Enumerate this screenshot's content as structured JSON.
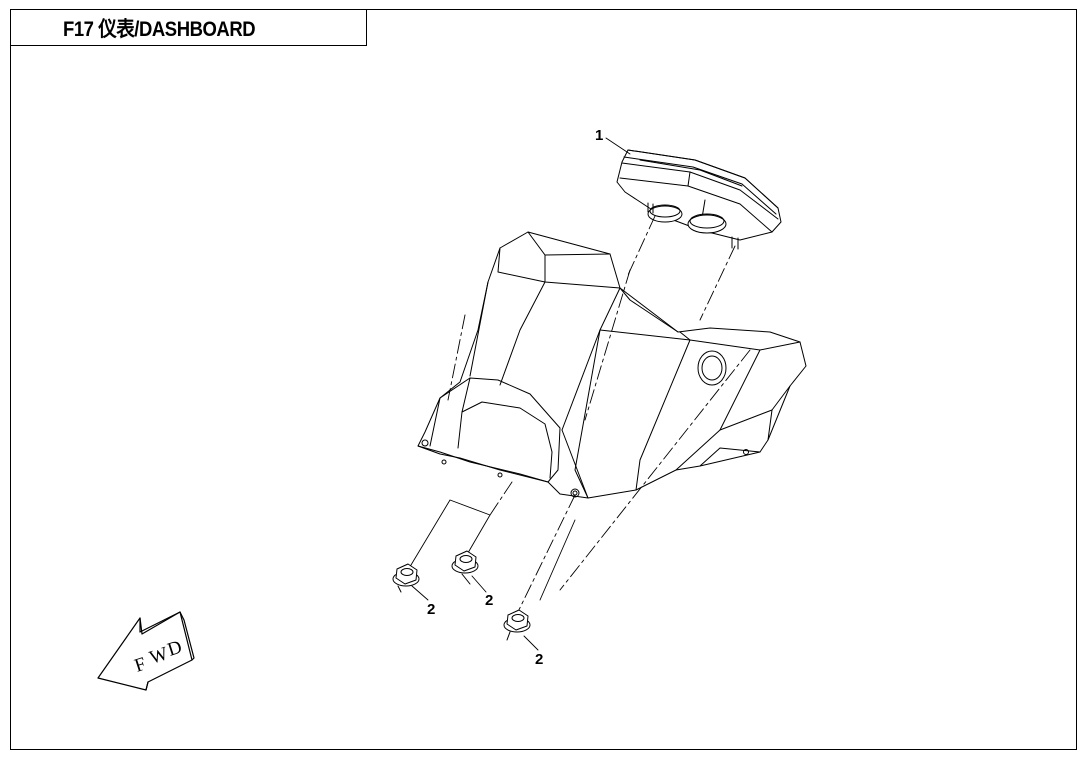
{
  "header": {
    "title": "F17 仪表/DASHBOARD"
  },
  "callouts": [
    {
      "id": "meter",
      "label": "1"
    },
    {
      "id": "nut-a",
      "label": "2"
    },
    {
      "id": "nut-b",
      "label": "2"
    },
    {
      "id": "nut-c",
      "label": "2"
    }
  ],
  "fwd_arrow": {
    "label": "FWD",
    "letters": [
      "F",
      "W",
      "D"
    ]
  }
}
